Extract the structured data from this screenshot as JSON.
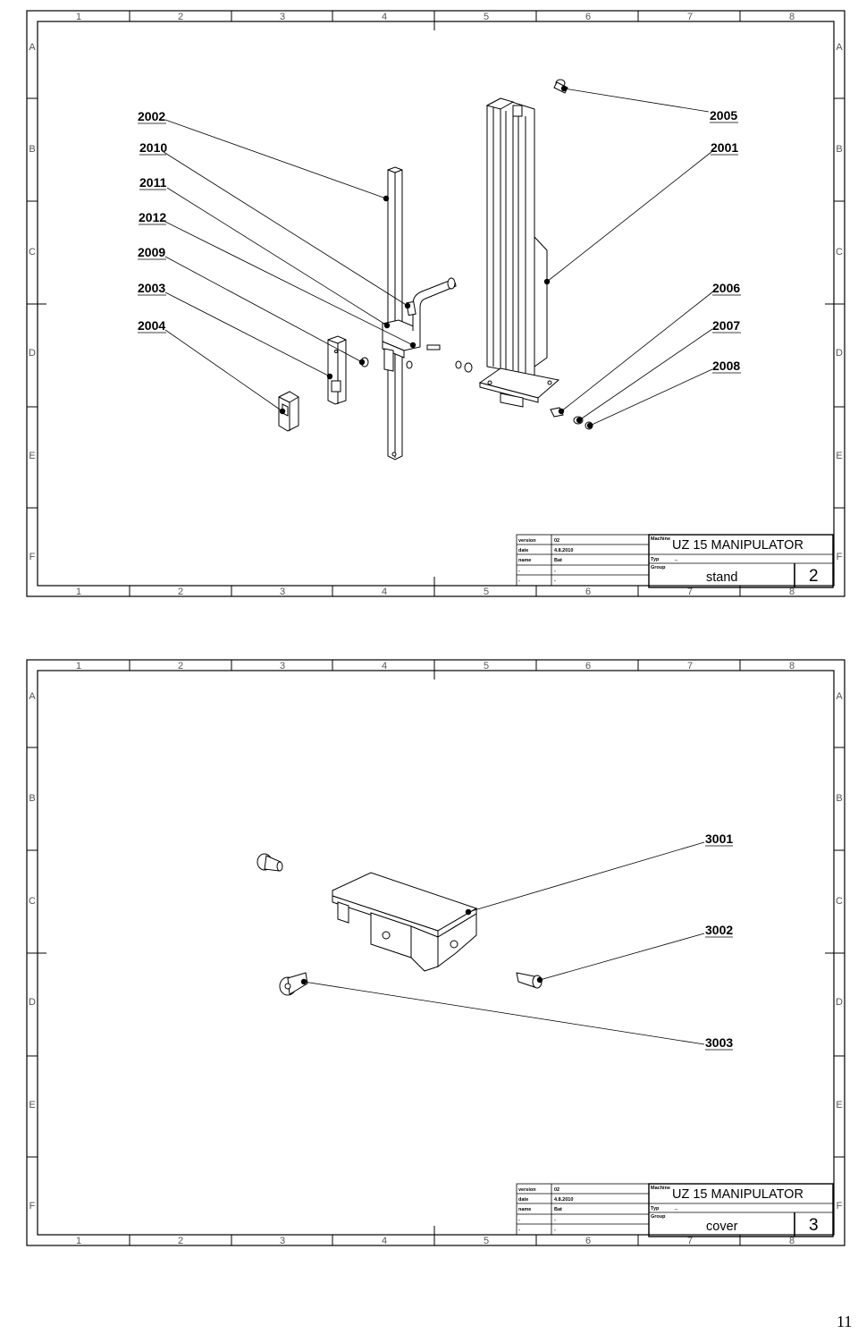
{
  "columns": [
    "1",
    "2",
    "3",
    "4",
    "5",
    "6",
    "7",
    "8"
  ],
  "rows": [
    "A",
    "B",
    "C",
    "D",
    "E",
    "F"
  ],
  "sheets": [
    {
      "callouts": {
        "c2002": "2002",
        "c2010": "2010",
        "c2011": "2011",
        "c2012": "2012",
        "c2009": "2009",
        "c2003": "2003",
        "c2004": "2004",
        "c2005": "2005",
        "c2001": "2001",
        "c2006": "2006",
        "c2007": "2007",
        "c2008": "2008"
      },
      "titleblock": {
        "version_label": "version",
        "version_value": "02",
        "date_label": "date",
        "date_value": "4.8.2010",
        "name_label": "name",
        "name_value": "Bat",
        "blank": "-",
        "machine_label": "Machine",
        "machine_value": "UZ 15 MANIPULATOR",
        "type_label": "Typ",
        "type_value": "..",
        "group_label": "Group",
        "group_value": "stand",
        "sheet_no": "2"
      }
    },
    {
      "callouts": {
        "c3001": "3001",
        "c3002": "3002",
        "c3003": "3003"
      },
      "titleblock": {
        "version_label": "version",
        "version_value": "02",
        "date_label": "date",
        "date_value": "4.8.2010",
        "name_label": "name",
        "name_value": "Bat",
        "blank": "-",
        "machine_label": "Machine",
        "machine_value": "UZ 15 MANIPULATOR",
        "type_label": "Typ",
        "type_value": "..",
        "group_label": "Group",
        "group_value": "cover",
        "sheet_no": "3"
      }
    }
  ],
  "page_number": "11"
}
